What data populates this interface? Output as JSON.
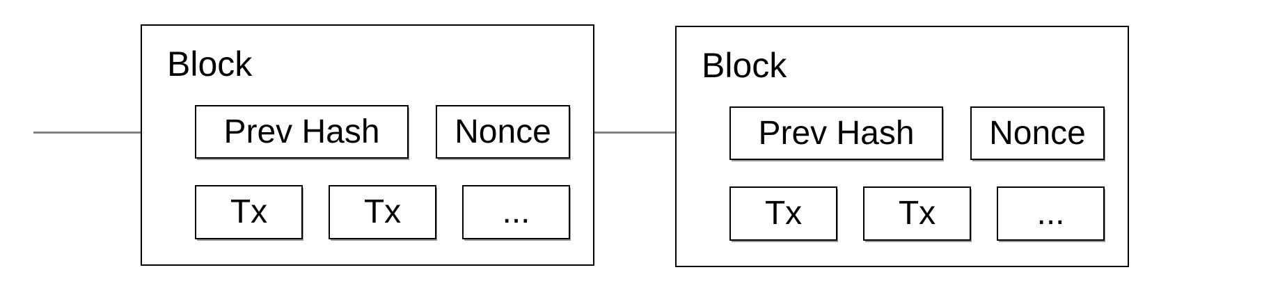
{
  "diagram": {
    "type": "blockchain-chain-of-blocks",
    "background_color": "#ffffff",
    "outline_color": "#000000",
    "connector_color": "#808080",
    "shadow_color": "#999999",
    "blocks": [
      {
        "title": "Block",
        "prev_hash_label": "Prev Hash",
        "nonce_label": "Nonce",
        "tx_labels": [
          "Tx",
          "Tx",
          "..."
        ]
      },
      {
        "title": "Block",
        "prev_hash_label": "Prev Hash",
        "nonce_label": "Nonce",
        "tx_labels": [
          "Tx",
          "Tx",
          "..."
        ]
      }
    ],
    "arrows": [
      {
        "name": "arrow-into-block-1",
        "from": "previous block (off-canvas left)",
        "to": "block-1 Prev Hash"
      },
      {
        "name": "arrow-block-1-to-block-2",
        "from": "block-1 right edge",
        "to": "block-2 Prev Hash"
      }
    ]
  }
}
